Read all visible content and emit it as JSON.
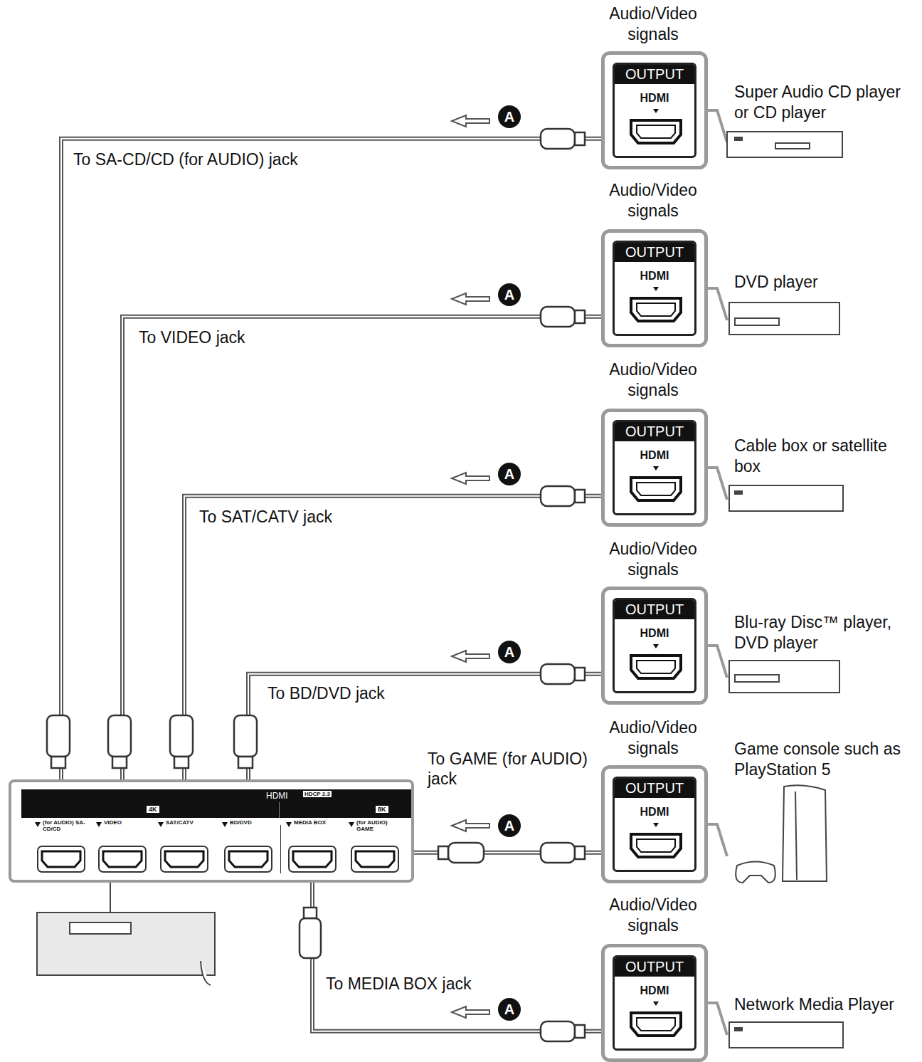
{
  "diagram": {
    "nodes": [
      {
        "text": [
          "HDMI",
          "HDCP 2.3",
          "4K",
          "8K"
        ]
      },
      {
        "text": [
          "(for AUDIO) SA-CD/CD"
        ],
        "in": 0
      },
      {
        "text": [
          "VIDEO"
        ],
        "in": 0
      },
      {
        "text": [
          "SAT/CATV"
        ],
        "in": 0
      },
      {
        "text": [
          "BD/DVD"
        ],
        "in": 0
      },
      {
        "text": [
          "MEDIA BOX"
        ],
        "in": 0
      },
      {
        "text": [
          "(for AUDIO) GAME"
        ],
        "in": 0
      },
      {
        "text": [
          "OUTPUT",
          "HDMI"
        ]
      },
      {
        "text": [
          "OUTPUT",
          "HDMI"
        ]
      },
      {
        "text": [
          "OUTPUT",
          "HDMI"
        ]
      },
      {
        "text": [
          "OUTPUT",
          "HDMI"
        ]
      },
      {
        "text": [
          "OUTPUT",
          "HDMI"
        ]
      },
      {
        "text": [
          "OUTPUT",
          "HDMI"
        ]
      }
    ],
    "edges": [
      {
        "from": 7,
        "to": 1,
        "arrow": "to",
        "label": "To SA-CD/CD (for AUDIO) jack"
      },
      {
        "from": 8,
        "to": 2,
        "arrow": "to",
        "label": "To VIDEO jack"
      },
      {
        "from": 9,
        "to": 3,
        "arrow": "to",
        "label": "To SAT/CATV jack"
      },
      {
        "from": 10,
        "to": 4,
        "arrow": "to",
        "label": "To BD/DVD jack"
      },
      {
        "from": 11,
        "to": 6,
        "arrow": "to",
        "label": "To GAME (for AUDIO) jack"
      },
      {
        "from": 12,
        "to": 5,
        "arrow": "to",
        "label": "To MEDIA BOX jack"
      }
    ],
    "labels": [
      "Audio/Video signals",
      "Super Audio CD player or CD player",
      "Audio/Video signals",
      "DVD player",
      "Audio/Video signals",
      "Cable box or satellite box",
      "Audio/Video signals",
      "Blu-ray Disc™ player, DVD player",
      "Audio/Video signals",
      "Game console such as PlayStation 5",
      "Audio/Video signals",
      "Network Media Player",
      "A",
      "A",
      "A",
      "A",
      "A",
      "A"
    ]
  }
}
